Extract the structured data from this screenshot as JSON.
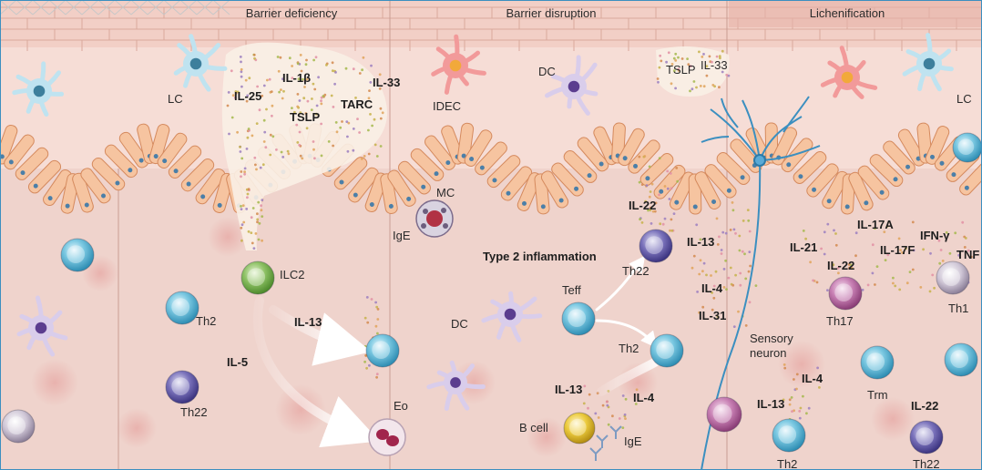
{
  "headers": {
    "barrier_deficiency": "Barrier deficiency",
    "barrier_disruption": "Barrier disruption",
    "lichenification": "Lichenification"
  },
  "cells": {
    "lc_left": "LC",
    "lc_right": "LC",
    "idec": "IDEC",
    "dc_top": "DC",
    "mc": "MC",
    "ige_mc": "IgE",
    "ilc2": "ILC2",
    "th2_left": "Th2",
    "th22_left": "Th22",
    "eo": "Eo",
    "th22_mid": "Th22",
    "teff": "Teff",
    "dc_mid": "DC",
    "th2_mid": "Th2",
    "b_cell": "B cell",
    "ige_b": "IgE",
    "sensory_neuron_1": "Sensory",
    "sensory_neuron_2": "neuron",
    "th17": "Th17",
    "th1": "Th1",
    "trm": "Trm",
    "th2_right": "Th2",
    "th22_right": "Th22"
  },
  "cytokines": {
    "il1b": "IL-1β",
    "il25": "IL-25",
    "tslp_left": "TSLP",
    "tarc": "TARC",
    "il33_left": "IL-33",
    "tslp_right": "TSLP",
    "il33_right": "IL-33",
    "il13_left": "IL-13",
    "il5": "IL-5",
    "il22_mid": "IL-22",
    "il13_mid": "IL-13",
    "il4_mid": "IL-4",
    "il31": "IL-31",
    "il13_low": "IL-13",
    "il4_low": "IL-4",
    "il17a": "IL-17A",
    "ifng": "IFN-γ",
    "il21": "IL-21",
    "il22_right": "IL-22",
    "il17f": "IL-17F",
    "tnf": "TNF",
    "il13_right": "IL-13",
    "il4_right": "IL-4",
    "il22_bottom": "IL-22"
  },
  "process": {
    "type2": "Type 2 inflammation"
  },
  "colors": {
    "dermis": "#f0d2cb",
    "epidermis_cell": "#f6c8a4",
    "epidermis_outline": "#d9956a",
    "stratum": "#f7dfd6",
    "blue_cell": "#4fb5d3",
    "green_cell": "#6da64a",
    "purple_cell": "#5a4fa0",
    "yellow_cell": "#e6c22a",
    "pink_cell": "#b35a9d"
  }
}
